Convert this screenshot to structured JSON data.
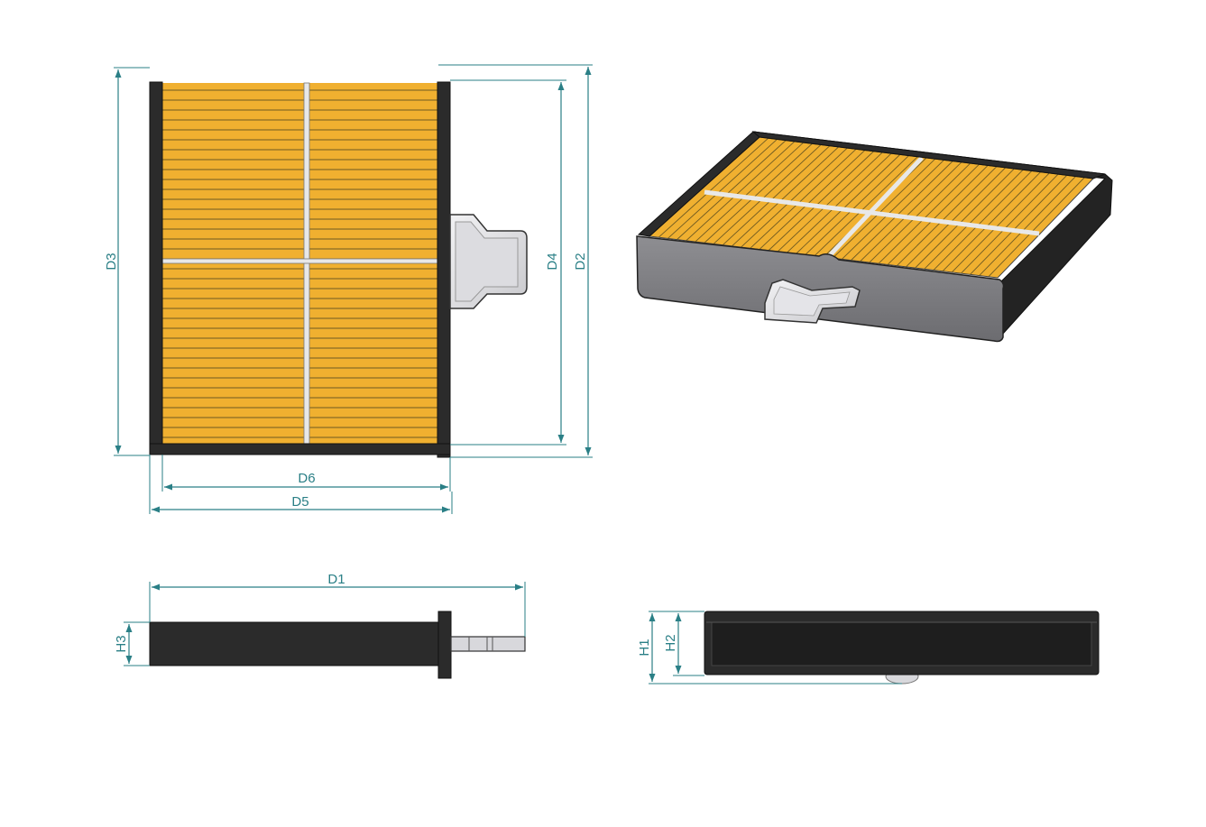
{
  "dimensions": {
    "d1": "D1",
    "d2": "D2",
    "d3": "D3",
    "d4": "D4",
    "d5": "D5",
    "d6": "D6",
    "h1": "H1",
    "h2": "H2",
    "h3": "H3"
  },
  "colors": {
    "dimension_line": "#2a7f86",
    "filter_media": "#f0b030",
    "frame": "#2b2b2b",
    "tab": "#d8d8dc",
    "housing_side": "#7c7c80"
  }
}
